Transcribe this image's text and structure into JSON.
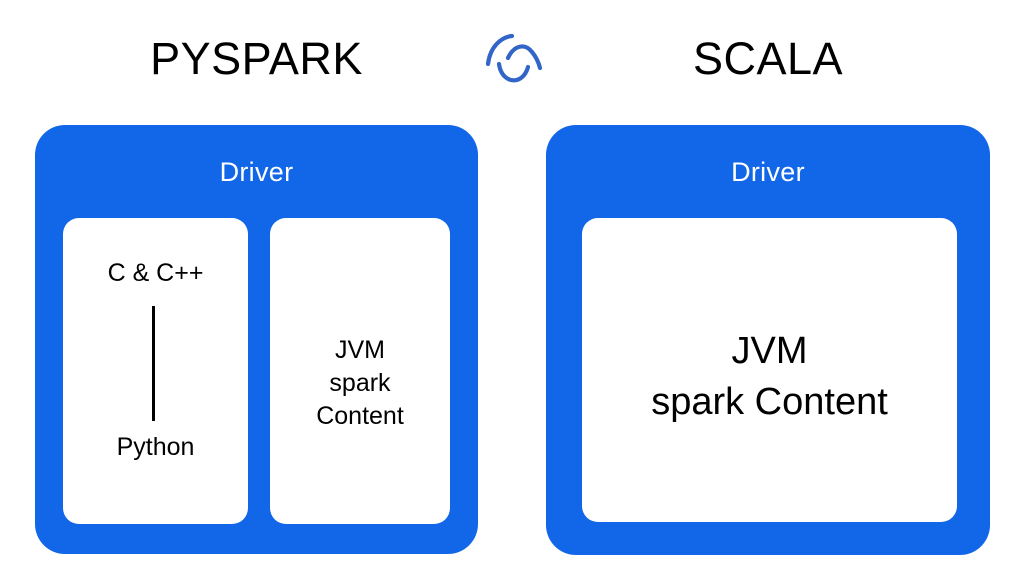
{
  "diagram": {
    "title_left": "PYSPARK",
    "title_right": "SCALA",
    "logo_name": "spark-swirl-logo",
    "colors": {
      "panel_blue": "#1266e8",
      "logo_blue": "#2f63c4",
      "card_white": "#ffffff",
      "text_black": "#000000",
      "driver_text": "#ffffff",
      "background": "#ffffff"
    }
  },
  "pyspark_panel": {
    "driver_label": "Driver",
    "native_card": {
      "top_label": "C & C++",
      "bottom_label": "Python",
      "connector": "vertical-line"
    },
    "jvm_card": {
      "line1": "JVM",
      "line2": "spark",
      "line3": "Content"
    }
  },
  "scala_panel": {
    "driver_label": "Driver",
    "jvm_card": {
      "line1": "JVM",
      "line2": "spark Content"
    }
  }
}
